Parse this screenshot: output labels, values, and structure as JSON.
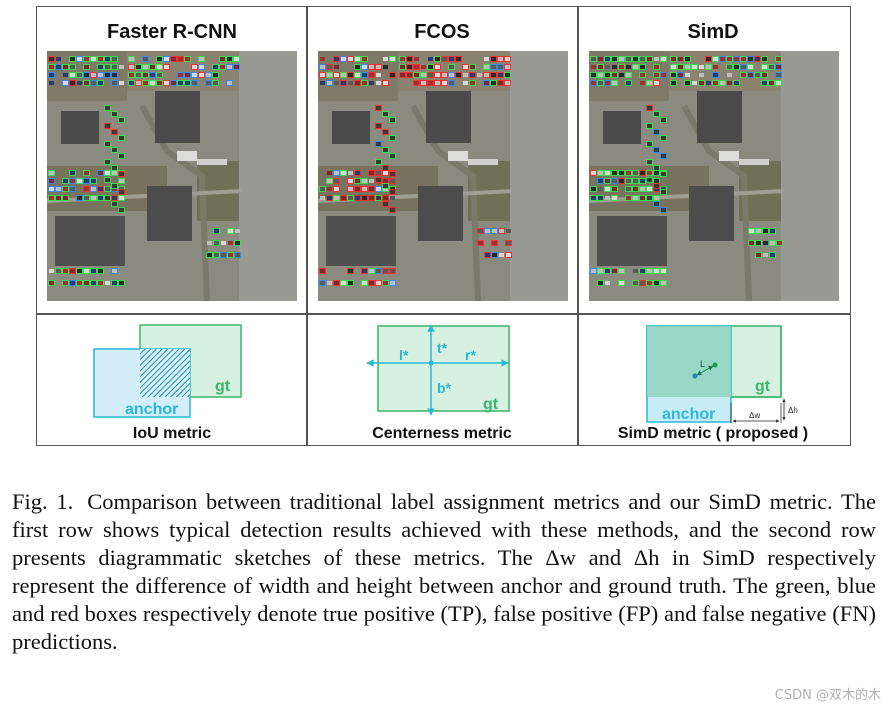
{
  "columns": [
    {
      "title": "Faster R-CNN",
      "metric_label": "IoU metric"
    },
    {
      "title": "FCOS",
      "metric_label": "Centerness metric"
    },
    {
      "title": "SimD",
      "metric_label": "SimD metric ( proposed )"
    }
  ],
  "sketch_iou": {
    "anchor": "anchor",
    "gt": "gt"
  },
  "sketch_centerness": {
    "l": "l*",
    "t": "t*",
    "r": "r*",
    "b": "b*",
    "gt": "gt"
  },
  "sketch_simd": {
    "anchor": "anchor",
    "gt": "gt",
    "L": "L",
    "dw": "Δw",
    "dh": "Δh"
  },
  "colors": {
    "gt_green": "#3cb56a",
    "anchor_blue": "#2bb7d8",
    "tp": "#2ee84a",
    "fp": "#2d8cff",
    "fn": "#ff2a2a"
  },
  "caption": {
    "label": "Fig. 1.",
    "text": "Comparison between traditional label assignment metrics and our SimD metric. The first row shows typical detection results achieved with these methods, and the second row presents diagrammatic sketches of these metrics. The Δw and Δh in SimD respectively represent the difference of width and height between anchor and ground truth. The green, blue and red boxes respectively denote true positive (TP), false positive (FP) and false negative (FN) predictions."
  },
  "watermark": "CSDN @双木的木"
}
